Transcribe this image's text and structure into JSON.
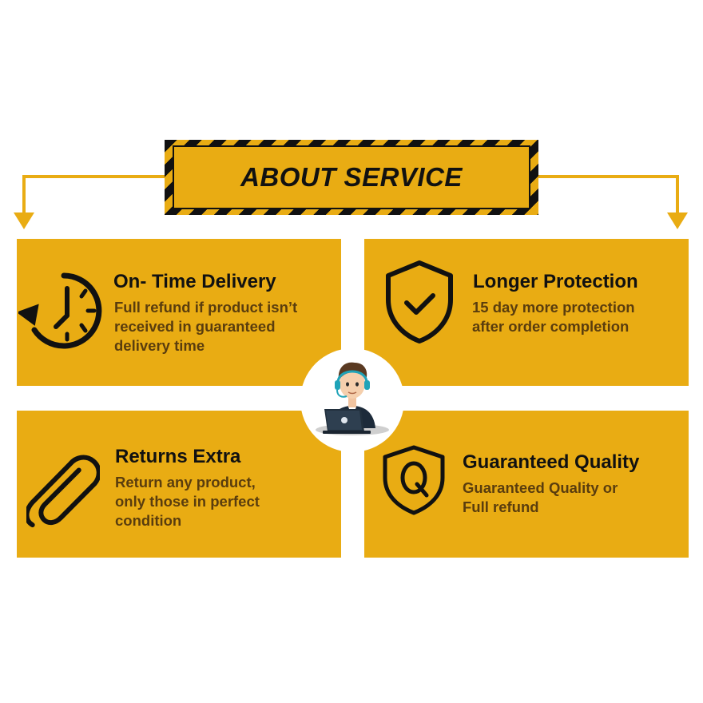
{
  "banner": {
    "title": "ABOUT SERVICE"
  },
  "colors": {
    "accent": "#e9ac13",
    "dark": "#111111",
    "text_secondary": "#5a3d0e"
  },
  "cards": [
    {
      "title": "On- Time Delivery",
      "desc_lines": [
        "Full refund if product isn’t",
        "received in guaranteed",
        "delivery time"
      ],
      "icon": "clock-arrow-icon"
    },
    {
      "title": "Longer Protection",
      "desc_lines": [
        "15 day more protection",
        "after order completion"
      ],
      "icon": "shield-check-icon"
    },
    {
      "title": "Returns Extra",
      "desc_lines": [
        "Return any product,",
        "only those in perfect",
        "condition"
      ],
      "icon": "paperclip-icon"
    },
    {
      "title": "Guaranteed Quality",
      "desc_lines": [
        "Guaranteed Quality or",
        "Full refund"
      ],
      "icon": "quality-shield-icon"
    }
  ],
  "center": {
    "icon": "support-agent-icon"
  }
}
